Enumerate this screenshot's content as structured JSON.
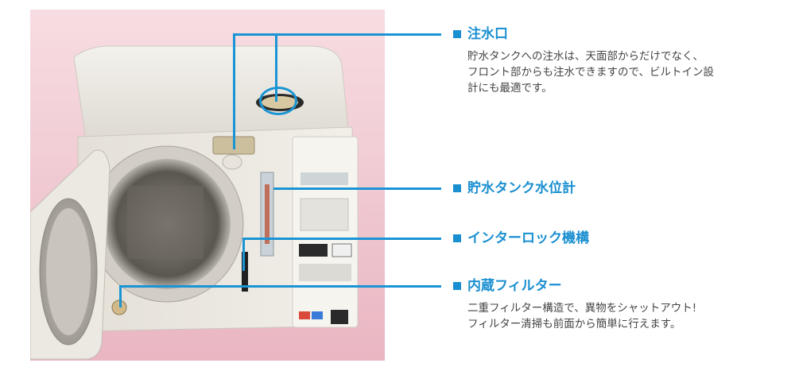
{
  "features": [
    {
      "title": "注水口",
      "lines": [
        "貯水タンクへの注水は、天面部からだけでなく、",
        "フロント部からも注水できますので、ビルトイン設",
        "計にも最適です。"
      ]
    },
    {
      "title": "貯水タンク水位計",
      "lines": []
    },
    {
      "title": "インターロック機構",
      "lines": []
    },
    {
      "title": "内蔵フィルター",
      "lines": [
        "二重フィルター構造で、異物をシャットアウト!",
        "フィルター清掃も前面から簡単に行えます。"
      ]
    }
  ],
  "colors": {
    "accent": "#1a8fd0",
    "leader": "#1a94d4",
    "backdrop": "#f3cfd6",
    "body_text": "#444444"
  }
}
